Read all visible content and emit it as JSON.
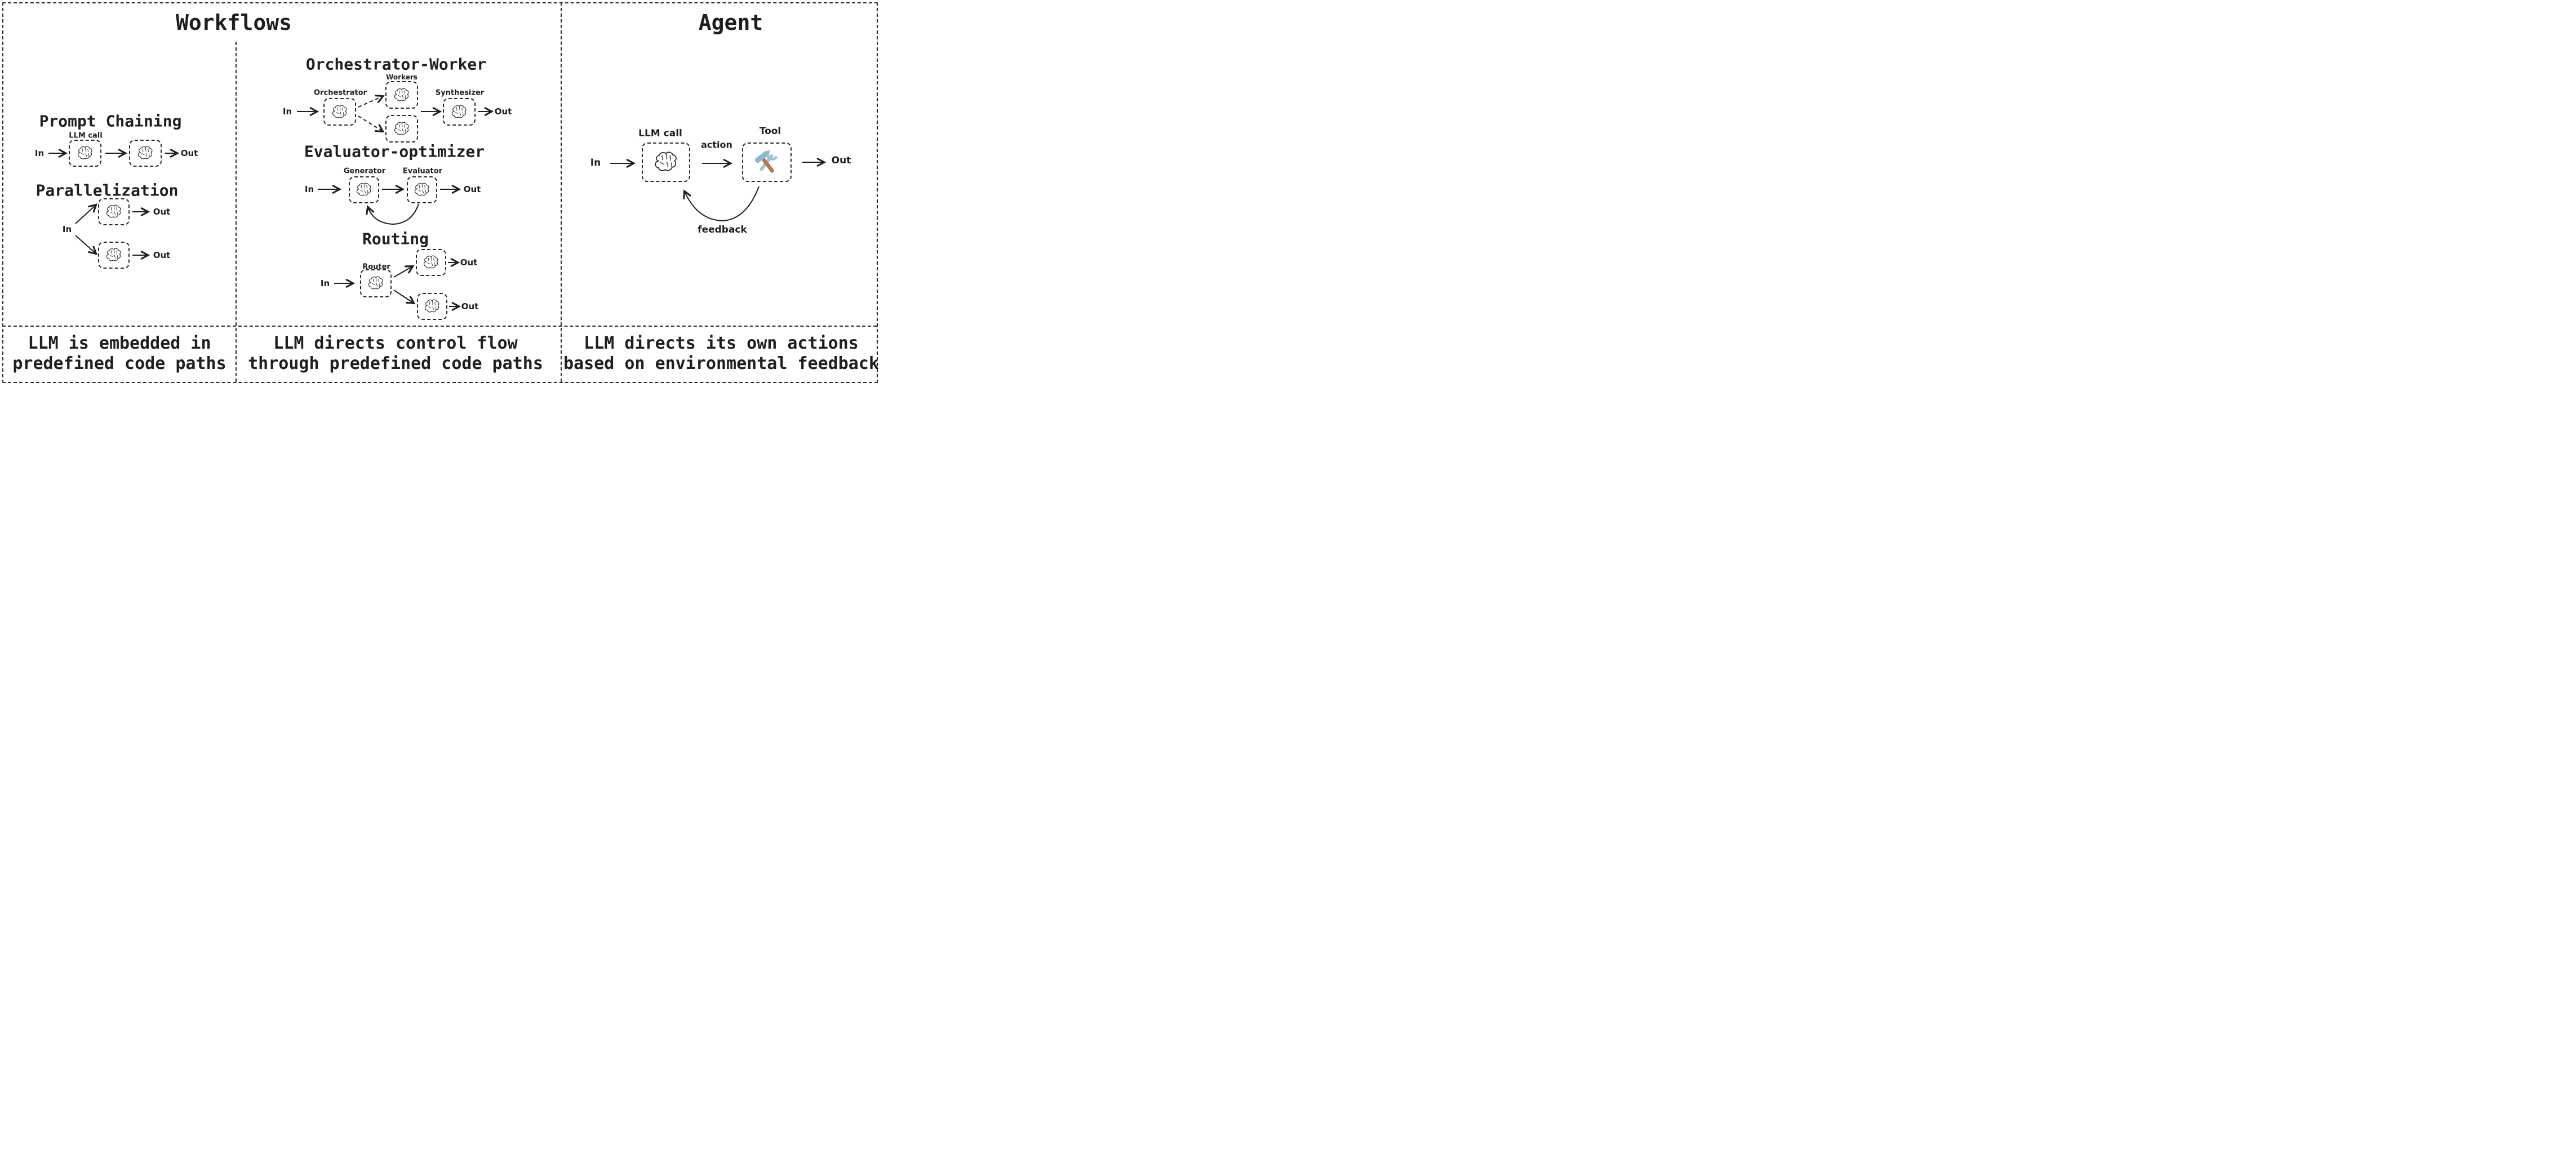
{
  "colors": {
    "ink": "#1f1f1f",
    "background": "#ffffff",
    "wrench_teal": "#9fc4d6",
    "hammer_head_teal": "#8fb9cd",
    "handle_brown": "#b5774e"
  },
  "icons": {
    "llm_node": "brain-icon",
    "tool_node": "hammer-and-wrench-icon"
  },
  "workflows": {
    "title": "Workflows",
    "prompt_chaining": {
      "title": "Prompt Chaining",
      "box_label": "LLM call",
      "in_label": "In",
      "out_label": "Out"
    },
    "parallelization": {
      "title": "Parallelization",
      "in_label": "In",
      "out_label_top": "Out",
      "out_label_bottom": "Out"
    },
    "orchestrator_worker": {
      "title": "Orchestrator-Worker",
      "orchestrator_label": "Orchestrator",
      "workers_label": "Workers",
      "synthesizer_label": "Synthesizer",
      "in_label": "In",
      "out_label": "Out"
    },
    "evaluator_optimizer": {
      "title": "Evaluator-optimizer",
      "generator_label": "Generator",
      "evaluator_label": "Evaluator",
      "in_label": "In",
      "out_label": "Out"
    },
    "routing": {
      "title": "Routing",
      "router_label": "Router",
      "in_label": "In",
      "out_label_top": "Out",
      "out_label_bottom": "Out"
    },
    "captions": [
      {
        "lines": [
          "LLM is embedded in",
          "predefined code paths"
        ]
      },
      {
        "lines": [
          "LLM directs control flow",
          "through predefined code paths"
        ]
      }
    ]
  },
  "agent": {
    "title": "Agent",
    "llm_label": "LLM call",
    "tool_label": "Tool",
    "action_label": "action",
    "feedback_label": "feedback",
    "in_label": "In",
    "out_label": "Out",
    "caption": {
      "lines": [
        "LLM directs its own actions",
        "based on environmental feedback"
      ]
    }
  }
}
